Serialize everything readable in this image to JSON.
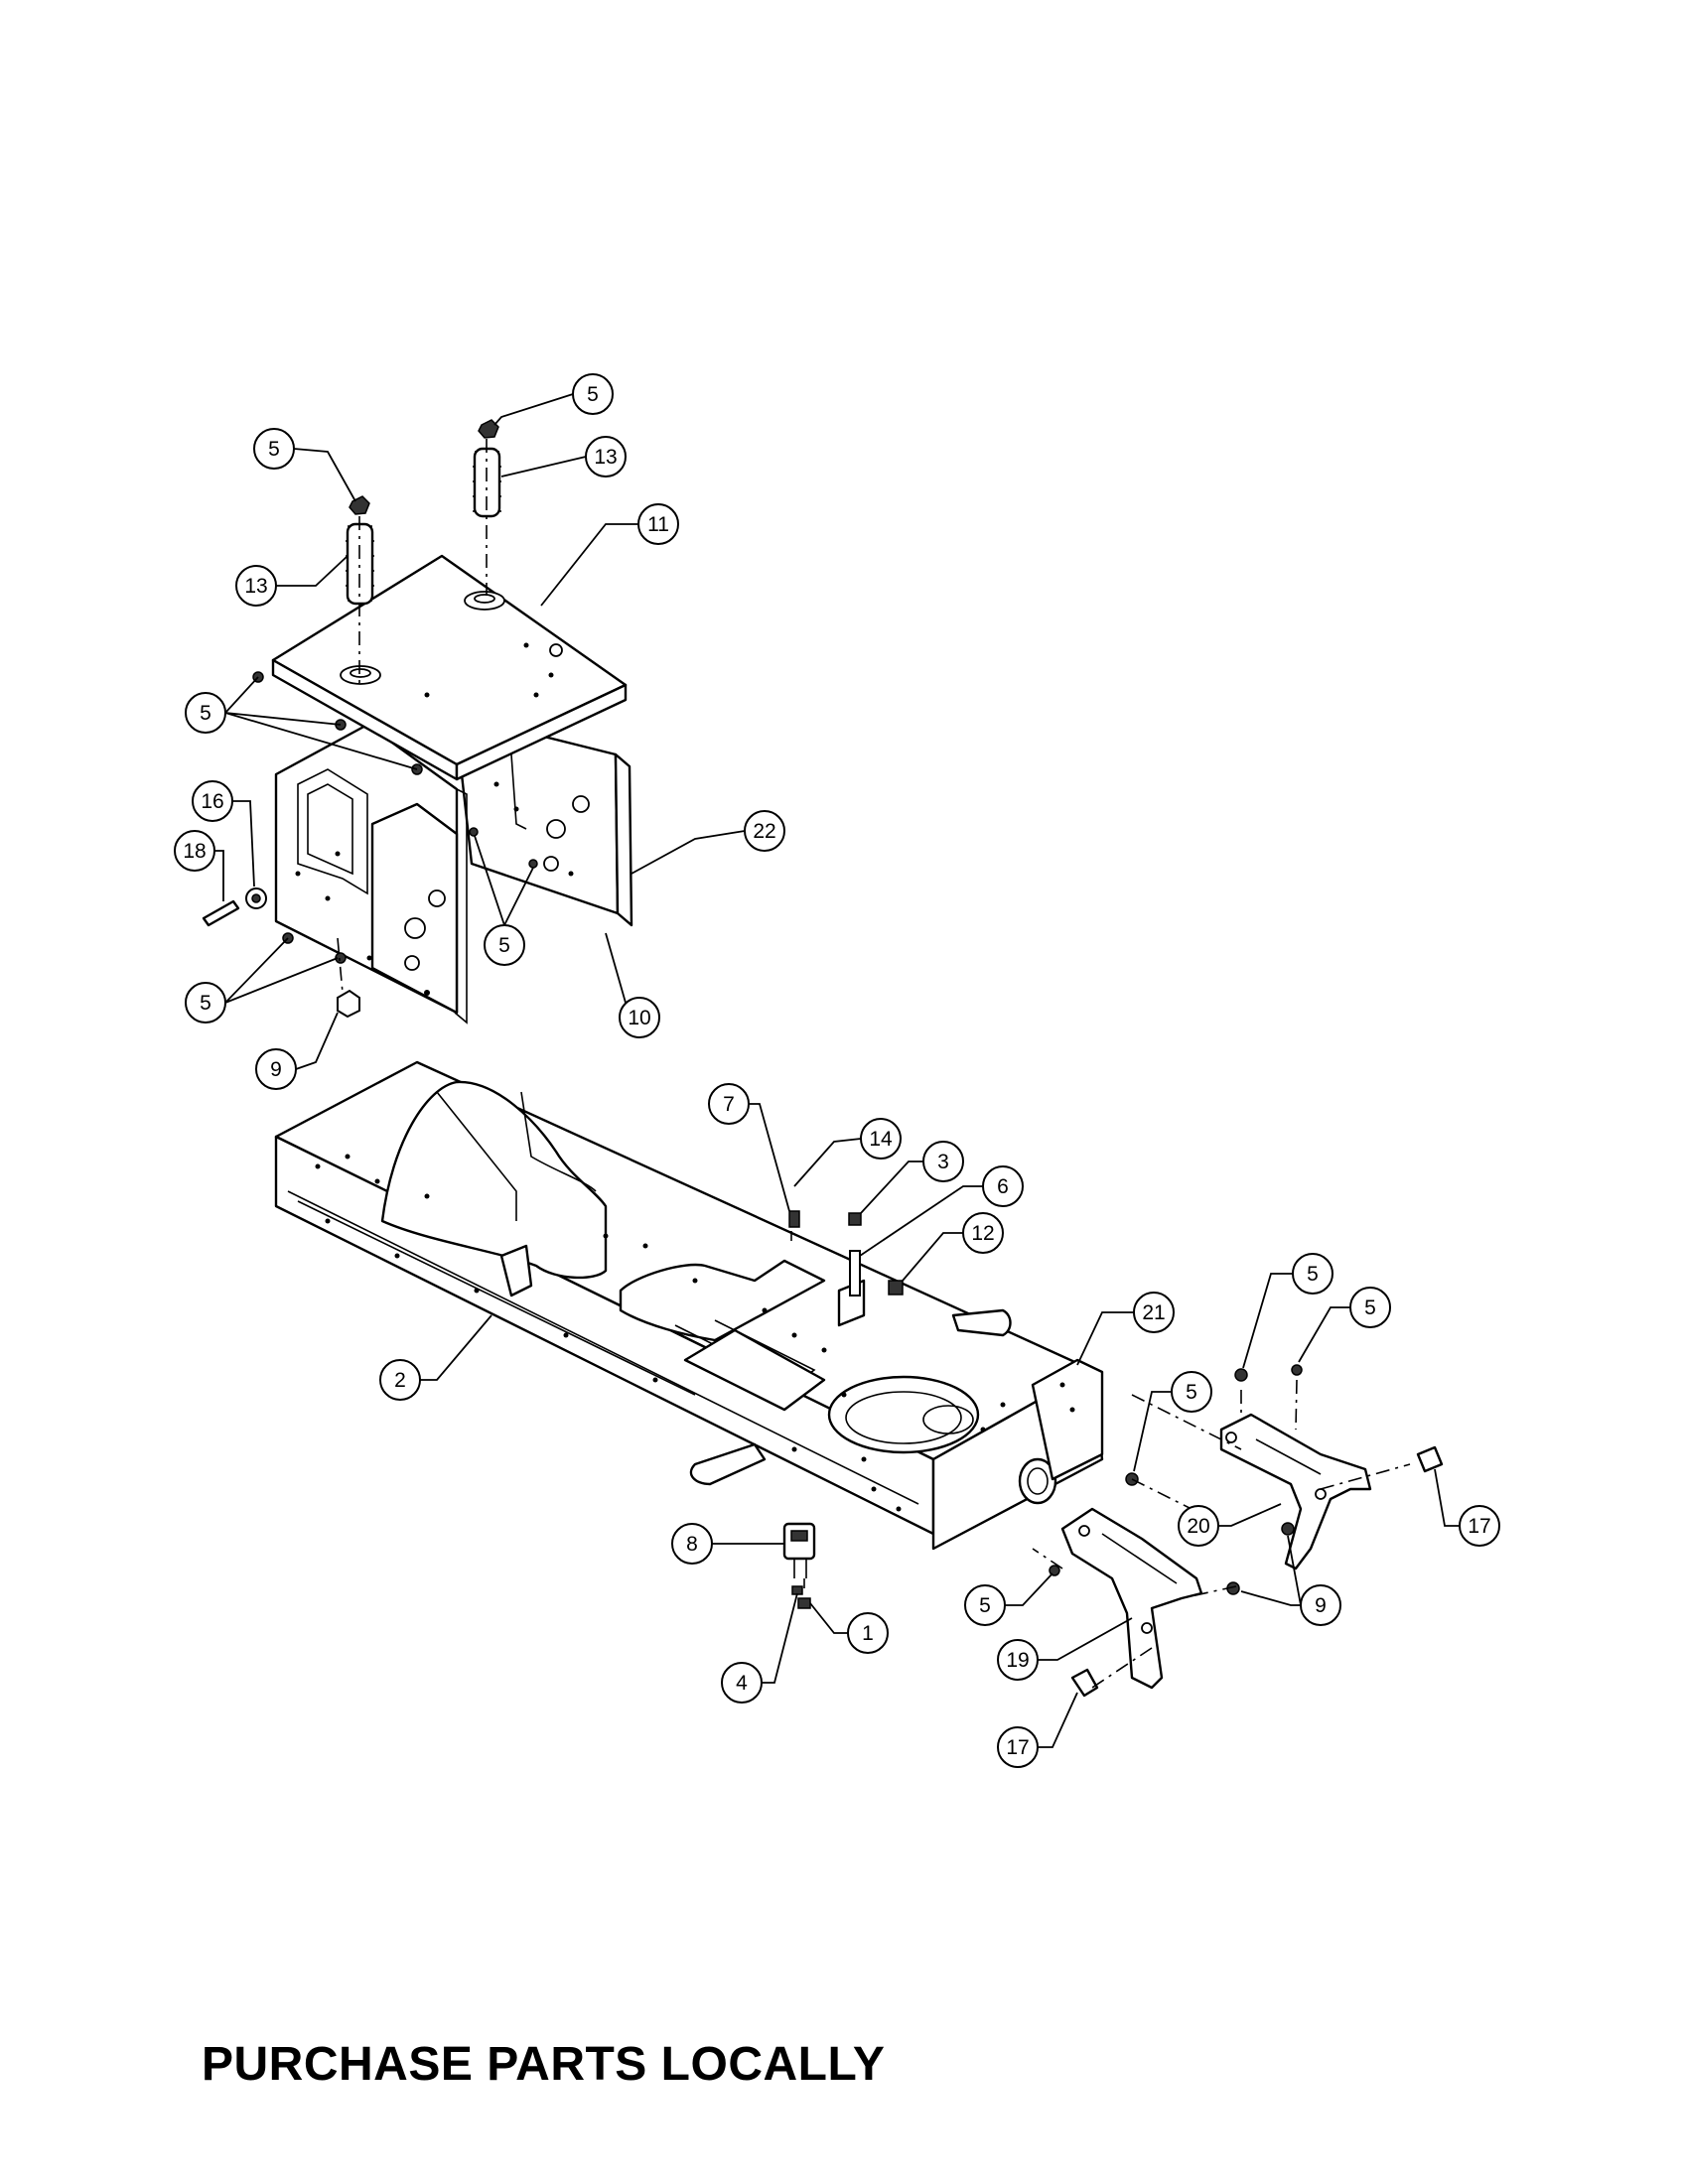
{
  "footer": {
    "text": "PURCHASE PARTS LOCALLY"
  },
  "callouts": [
    {
      "id": "c-5-a",
      "label": "5"
    },
    {
      "id": "c-13-a",
      "label": "13"
    },
    {
      "id": "c-5-b",
      "label": "5"
    },
    {
      "id": "c-13-b",
      "label": "13"
    },
    {
      "id": "c-11",
      "label": "11"
    },
    {
      "id": "c-5-c",
      "label": "5"
    },
    {
      "id": "c-16",
      "label": "16"
    },
    {
      "id": "c-18",
      "label": "18"
    },
    {
      "id": "c-22",
      "label": "22"
    },
    {
      "id": "c-5-d",
      "label": "5"
    },
    {
      "id": "c-5-e",
      "label": "5"
    },
    {
      "id": "c-10",
      "label": "10"
    },
    {
      "id": "c-9-a",
      "label": "9"
    },
    {
      "id": "c-7",
      "label": "7"
    },
    {
      "id": "c-14",
      "label": "14"
    },
    {
      "id": "c-3",
      "label": "3"
    },
    {
      "id": "c-6",
      "label": "6"
    },
    {
      "id": "c-12",
      "label": "12"
    },
    {
      "id": "c-21",
      "label": "21"
    },
    {
      "id": "c-2",
      "label": "2"
    },
    {
      "id": "c-5-f",
      "label": "5"
    },
    {
      "id": "c-5-g",
      "label": "5"
    },
    {
      "id": "c-5-h",
      "label": "5"
    },
    {
      "id": "c-17-a",
      "label": "17"
    },
    {
      "id": "c-20",
      "label": "20"
    },
    {
      "id": "c-8",
      "label": "8"
    },
    {
      "id": "c-1",
      "label": "1"
    },
    {
      "id": "c-4",
      "label": "4"
    },
    {
      "id": "c-5-i",
      "label": "5"
    },
    {
      "id": "c-9-b",
      "label": "9"
    },
    {
      "id": "c-19",
      "label": "19"
    },
    {
      "id": "c-17-b",
      "label": "17"
    }
  ]
}
